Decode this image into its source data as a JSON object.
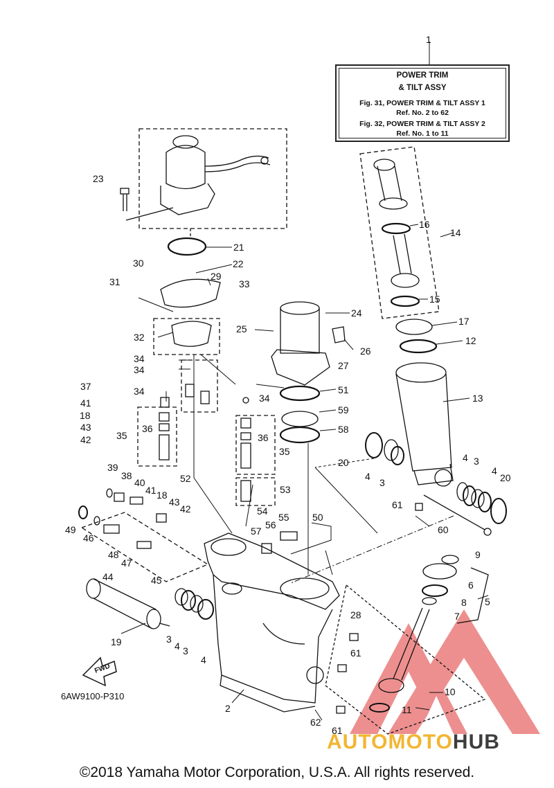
{
  "title_box": {
    "line1": "POWER TRIM",
    "line2": "& TILT ASSY",
    "line3": "Fig. 31, POWER TRIM & TILT ASSY 1",
    "line4": "Ref. No. 2 to 62",
    "line5": "Fig. 32, POWER TRIM & TILT ASSY 2",
    "line6": "Ref. No. 1 to 11"
  },
  "diagram_code": "6AW9100-P310",
  "fwd_label": "FWD",
  "copyright": "©2018 Yamaha Motor Corporation, U.S.A. All rights reserved.",
  "watermark": {
    "part1": "AUTOMOTO",
    "part2": "HUB",
    "color_primary": "#f2b632",
    "color_secondary": "#3d3d3d",
    "logo_color": "#e05050"
  },
  "callouts": [
    "1",
    "2",
    "3",
    "4",
    "5",
    "6",
    "7",
    "8",
    "9",
    "10",
    "11",
    "12",
    "13",
    "14",
    "15",
    "16",
    "17",
    "18",
    "19",
    "20",
    "21",
    "22",
    "23",
    "24",
    "25",
    "26",
    "27",
    "28",
    "29",
    "30",
    "31",
    "32",
    "33",
    "34",
    "35",
    "36",
    "37",
    "38",
    "39",
    "40",
    "41",
    "42",
    "43",
    "44",
    "45",
    "46",
    "47",
    "48",
    "49",
    "50",
    "51",
    "52",
    "53",
    "54",
    "55",
    "56",
    "57",
    "58",
    "59",
    "60",
    "61",
    "62"
  ]
}
